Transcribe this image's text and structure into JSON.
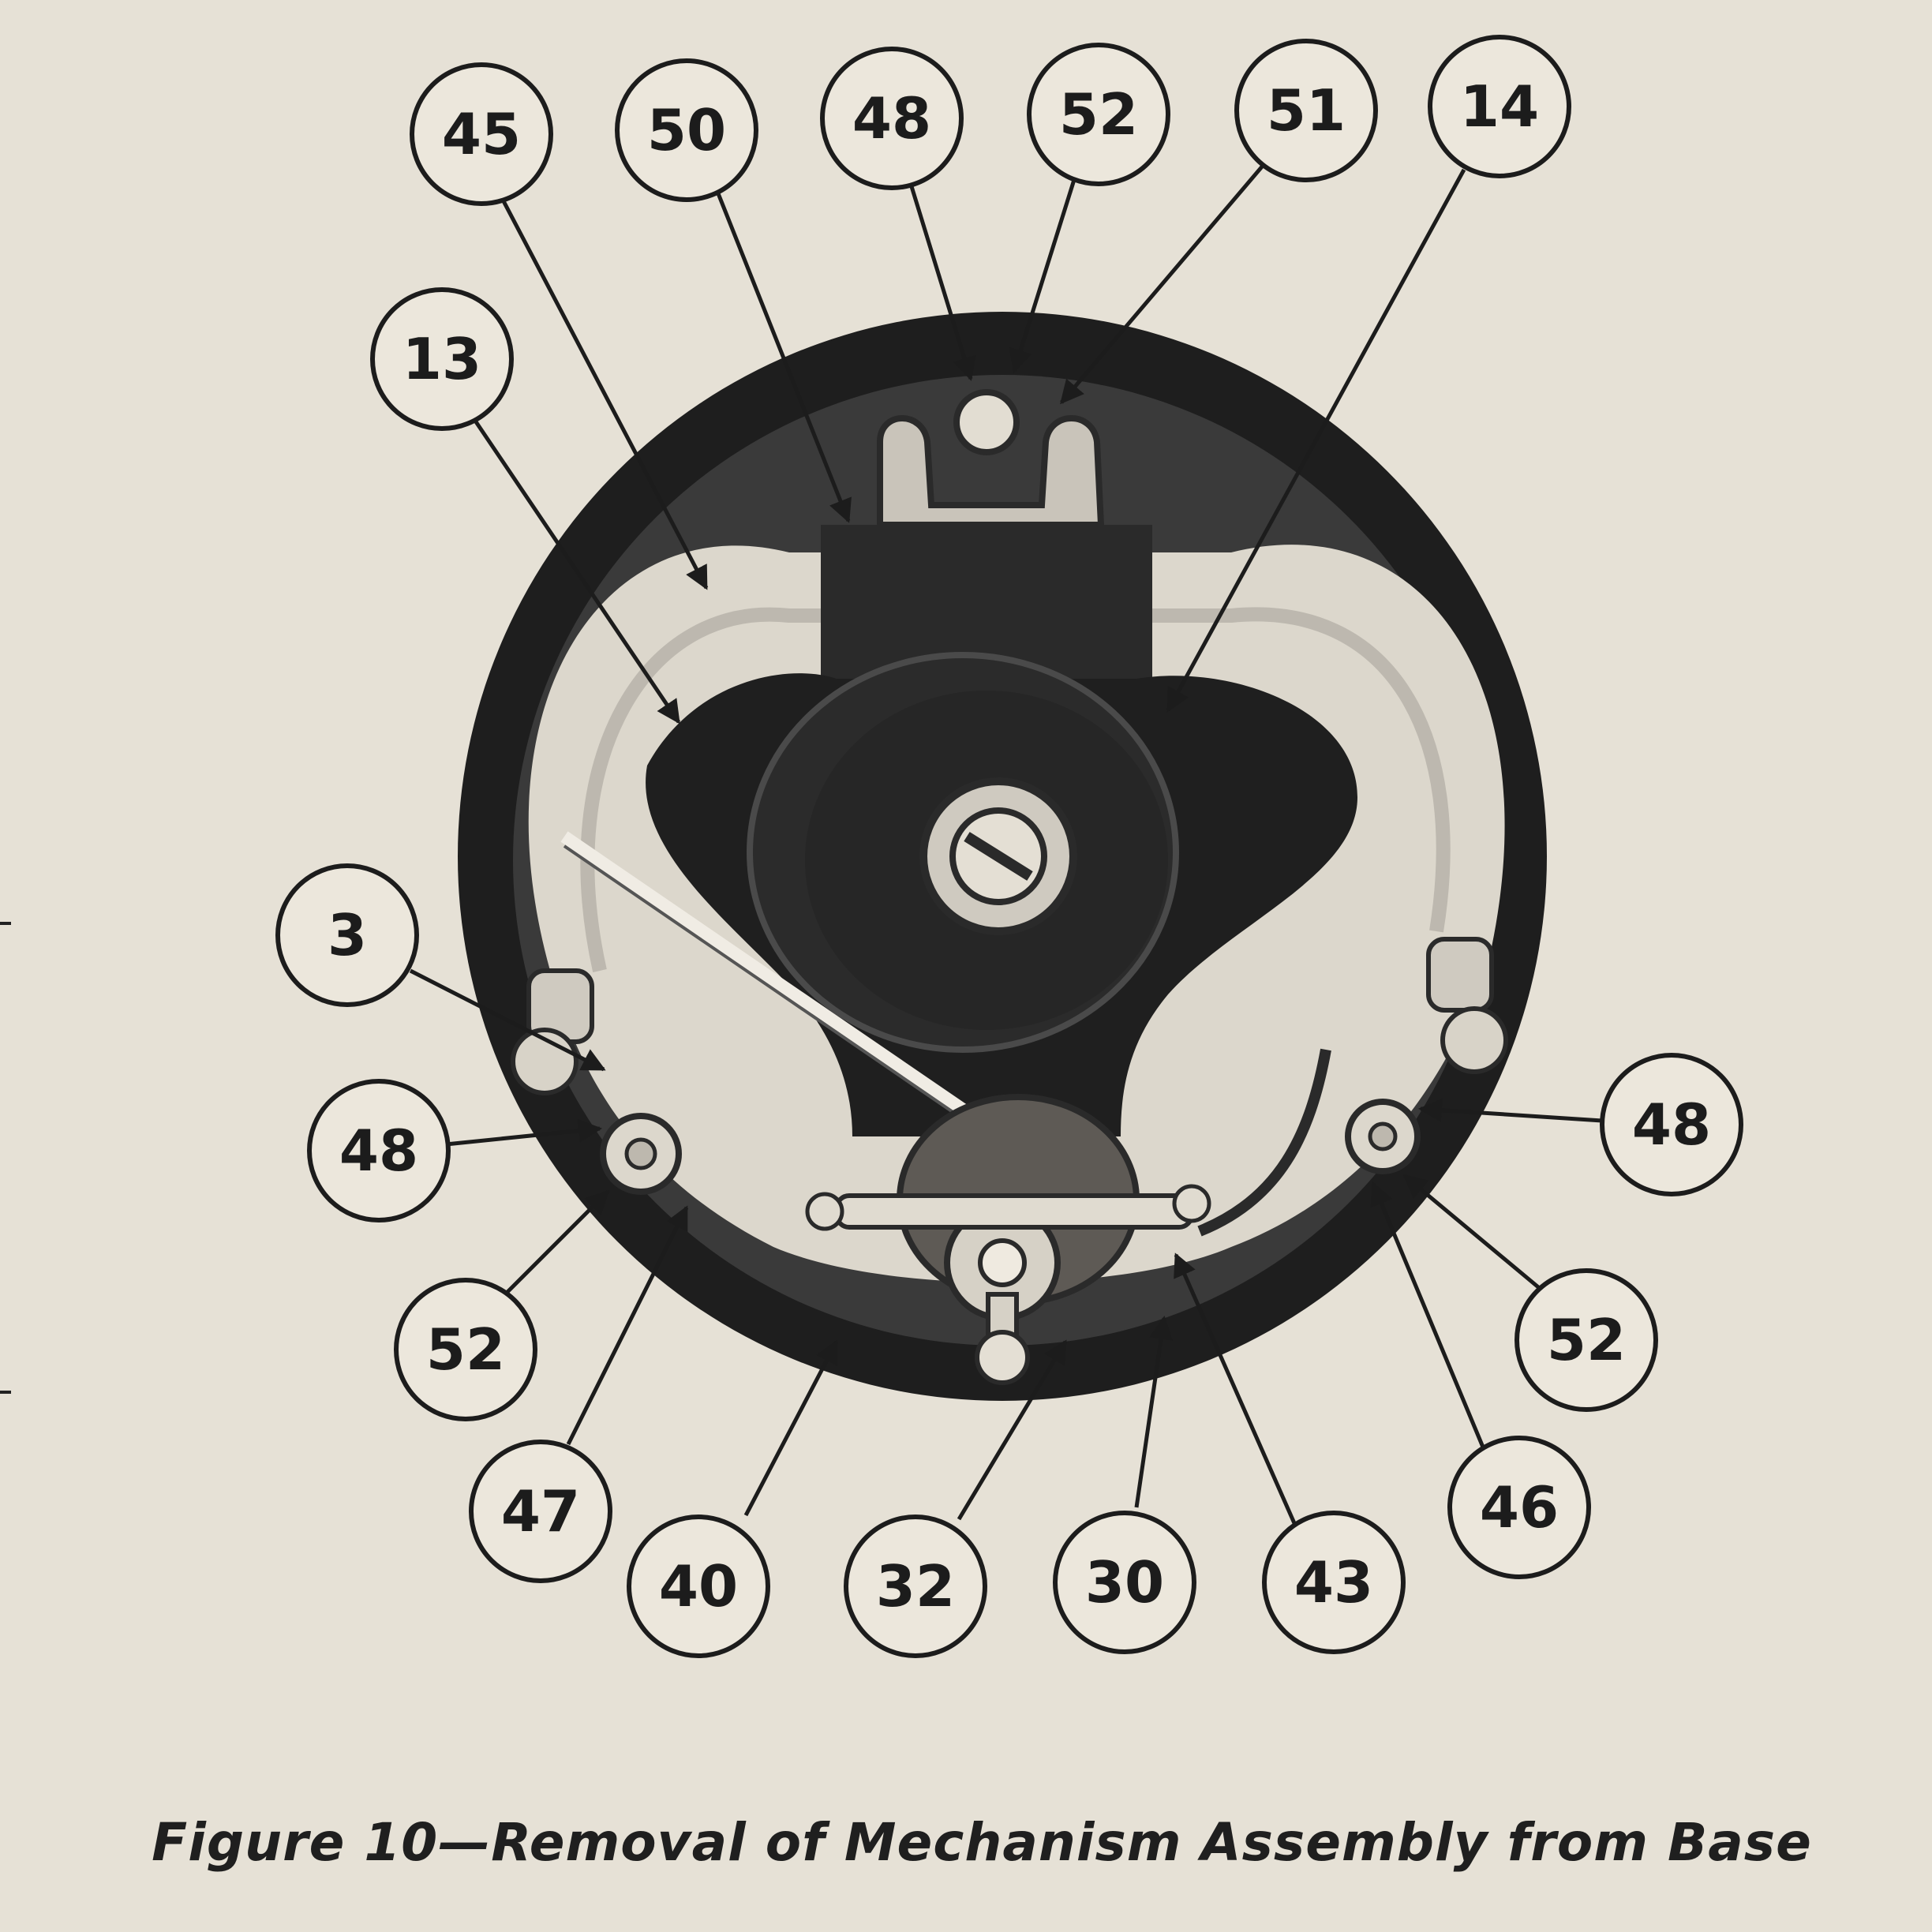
{
  "caption": "Figure 10—Removal of Mechanism Assembly from Base",
  "callouts": {
    "c45": "45",
    "c50": "50",
    "c48_top": "48",
    "c52_top": "52",
    "c51": "51",
    "c14": "14",
    "c13": "13",
    "c3": "3",
    "c48_left": "48",
    "c48_right": "48",
    "c52_left": "52",
    "c52_right": "52",
    "c47": "47",
    "c40": "40",
    "c32": "32",
    "c30": "30",
    "c43": "43",
    "c46": "46"
  },
  "colors": {
    "paper": "#e6e1d6",
    "ink": "#1c1c1c",
    "housing": "#232323",
    "metal": "#b9b4aa"
  }
}
